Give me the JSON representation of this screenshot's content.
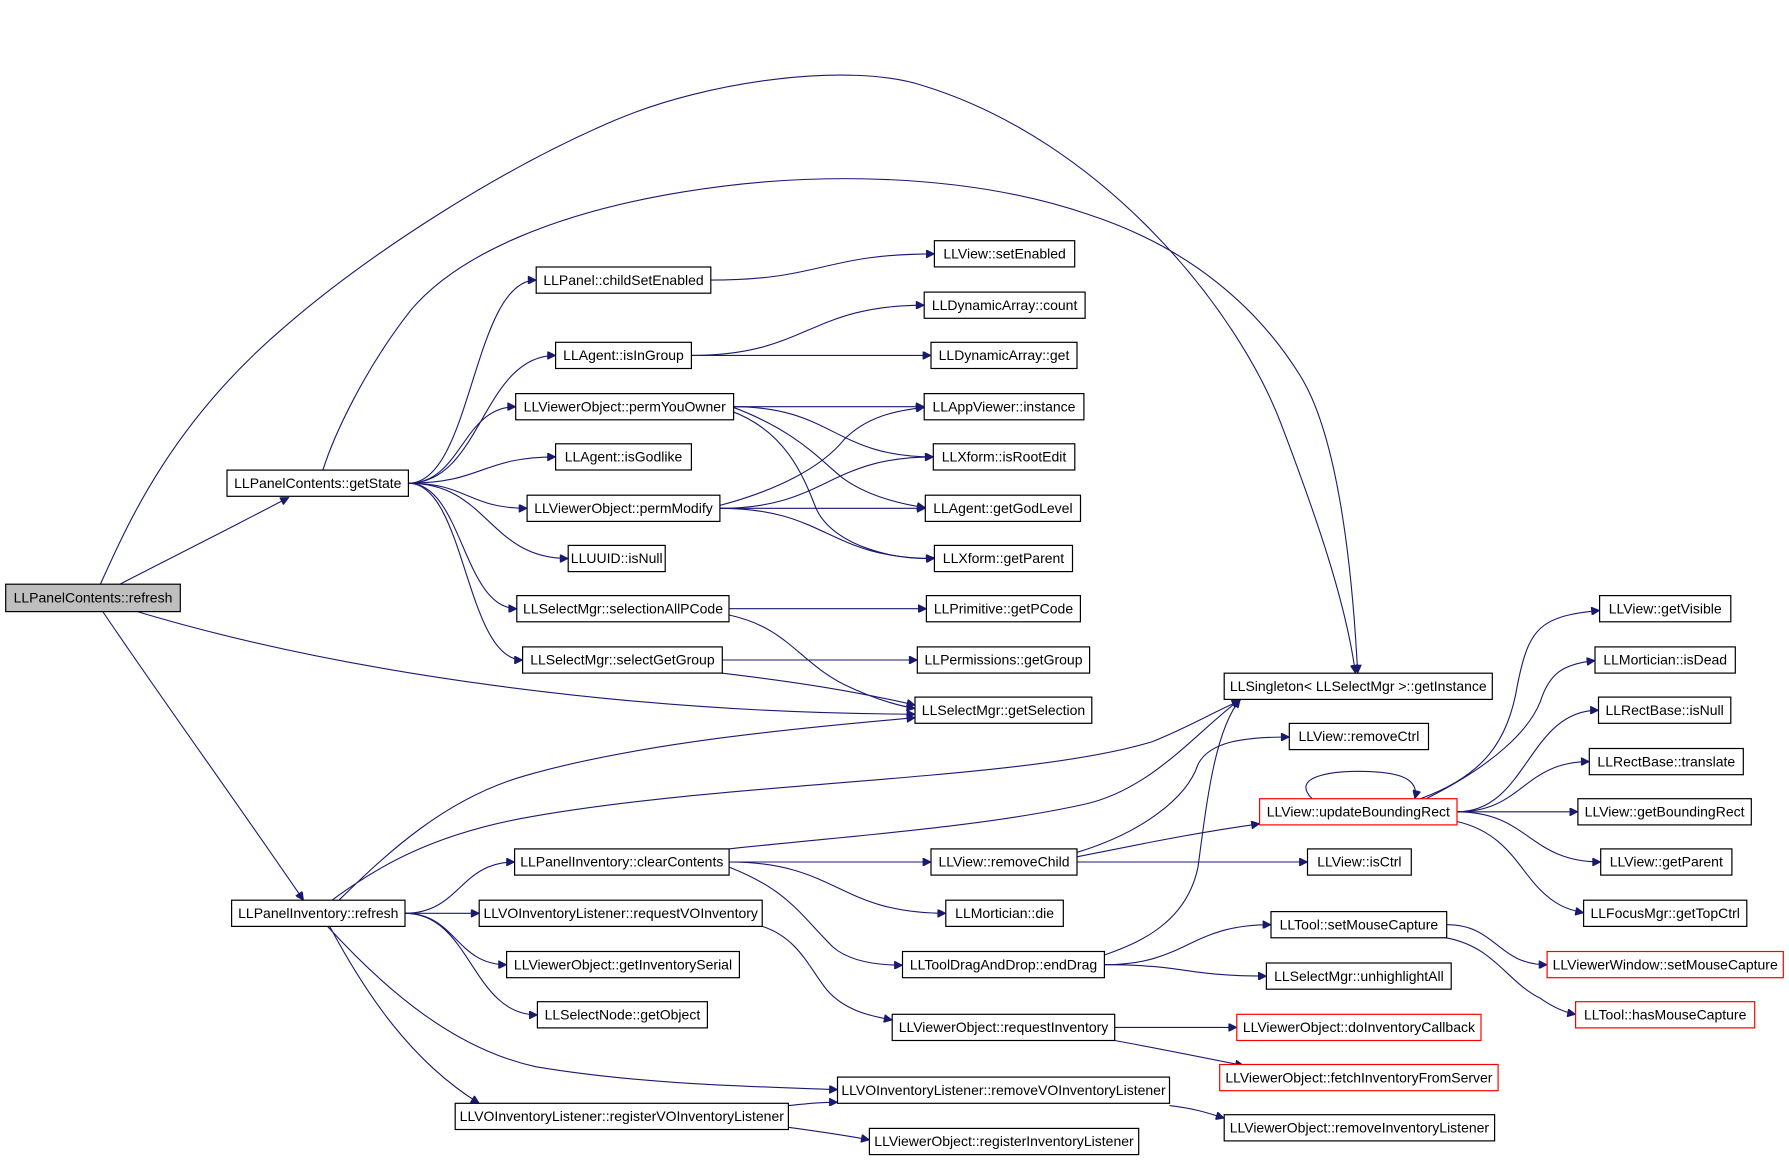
{
  "diagram": {
    "type": "call-graph",
    "colors": {
      "edge": "#191970",
      "node_border": "#000000",
      "root_fill": "#bfbfbf",
      "truncated_border": "#ff0000"
    },
    "nodes": {
      "n1": "LLPanelContents::refresh",
      "n2": "LLPanelContents::getState",
      "n3": "LLPanelInventory::refresh",
      "n4": "LLPanel::childSetEnabled",
      "n5": "LLAgent::isInGroup",
      "n6": "LLViewerObject::permYouOwner",
      "n7": "LLAgent::isGodlike",
      "n8": "LLViewerObject::permModify",
      "n9": "LLUUID::isNull",
      "n10": "LLSelectMgr::selectionAllPCode",
      "n11": "LLSelectMgr::selectGetGroup",
      "n12": "LLView::setEnabled",
      "n13": "LLDynamicArray::count",
      "n14": "LLDynamicArray::get",
      "n15": "LLAppViewer::instance",
      "n16": "LLXform::isRootEdit",
      "n17": "LLAgent::getGodLevel",
      "n18": "LLXform::getParent",
      "n19": "LLPrimitive::getPCode",
      "n20": "LLPermissions::getGroup",
      "n21": "LLSelectMgr::getSelection",
      "n22": "LLSingleton< LLSelectMgr >::getInstance",
      "n23": "LLPanelInventory::clearContents",
      "n24": "LLVOInventoryListener::requestVOInventory",
      "n25": "LLViewerObject::getInventorySerial",
      "n26": "LLSelectNode::getObject",
      "n27": "LLVOInventoryListener::registerVOInventoryListener",
      "n28": "LLView::removeChild",
      "n29": "LLMortician::die",
      "n30": "LLToolDragAndDrop::endDrag",
      "n31": "LLViewerObject::requestInventory",
      "n32": "LLVOInventoryListener::removeVOInventoryListener",
      "n33": "LLViewerObject::registerInventoryListener",
      "n34": "LLView::removeCtrl",
      "n35": "LLView::updateBoundingRect",
      "n36": "LLView::isCtrl",
      "n37": "LLTool::setMouseCapture",
      "n38": "LLSelectMgr::unhighlightAll",
      "n39": "LLViewerObject::doInventoryCallback",
      "n40": "LLViewerObject::fetchInventoryFromServer",
      "n41": "LLViewerObject::removeInventoryListener",
      "n42": "LLView::getVisible",
      "n43": "LLMortician::isDead",
      "n44": "LLRectBase::isNull",
      "n45": "LLRectBase::translate",
      "n46": "LLView::getBoundingRect",
      "n47": "LLView::getParent",
      "n48": "LLFocusMgr::getTopCtrl",
      "n49": "LLViewerWindow::setMouseCapture",
      "n50": "LLTool::hasMouseCapture"
    },
    "edges": [
      [
        "n1",
        "n2"
      ],
      [
        "n1",
        "n3"
      ],
      [
        "n1",
        "n21"
      ],
      [
        "n1",
        "n22"
      ],
      [
        "n2",
        "n4"
      ],
      [
        "n2",
        "n5"
      ],
      [
        "n2",
        "n6"
      ],
      [
        "n2",
        "n7"
      ],
      [
        "n2",
        "n8"
      ],
      [
        "n2",
        "n9"
      ],
      [
        "n2",
        "n10"
      ],
      [
        "n2",
        "n11"
      ],
      [
        "n2",
        "n22"
      ],
      [
        "n4",
        "n12"
      ],
      [
        "n5",
        "n13"
      ],
      [
        "n5",
        "n14"
      ],
      [
        "n6",
        "n15"
      ],
      [
        "n6",
        "n16"
      ],
      [
        "n6",
        "n17"
      ],
      [
        "n6",
        "n18"
      ],
      [
        "n8",
        "n15"
      ],
      [
        "n8",
        "n16"
      ],
      [
        "n8",
        "n17"
      ],
      [
        "n8",
        "n18"
      ],
      [
        "n10",
        "n19"
      ],
      [
        "n10",
        "n21"
      ],
      [
        "n11",
        "n20"
      ],
      [
        "n11",
        "n21"
      ],
      [
        "n3",
        "n21"
      ],
      [
        "n3",
        "n22"
      ],
      [
        "n3",
        "n23"
      ],
      [
        "n3",
        "n24"
      ],
      [
        "n3",
        "n25"
      ],
      [
        "n3",
        "n26"
      ],
      [
        "n3",
        "n27"
      ],
      [
        "n3",
        "n32"
      ],
      [
        "n23",
        "n22"
      ],
      [
        "n23",
        "n28"
      ],
      [
        "n23",
        "n29"
      ],
      [
        "n23",
        "n30"
      ],
      [
        "n24",
        "n31"
      ],
      [
        "n27",
        "n32"
      ],
      [
        "n27",
        "n33"
      ],
      [
        "n28",
        "n34"
      ],
      [
        "n28",
        "n35"
      ],
      [
        "n28",
        "n36"
      ],
      [
        "n30",
        "n22"
      ],
      [
        "n30",
        "n37"
      ],
      [
        "n30",
        "n38"
      ],
      [
        "n31",
        "n39"
      ],
      [
        "n31",
        "n40"
      ],
      [
        "n32",
        "n41"
      ],
      [
        "n35",
        "n35"
      ],
      [
        "n35",
        "n42"
      ],
      [
        "n35",
        "n43"
      ],
      [
        "n35",
        "n44"
      ],
      [
        "n35",
        "n45"
      ],
      [
        "n35",
        "n46"
      ],
      [
        "n35",
        "n47"
      ],
      [
        "n35",
        "n48"
      ],
      [
        "n37",
        "n49"
      ],
      [
        "n37",
        "n50"
      ]
    ]
  }
}
